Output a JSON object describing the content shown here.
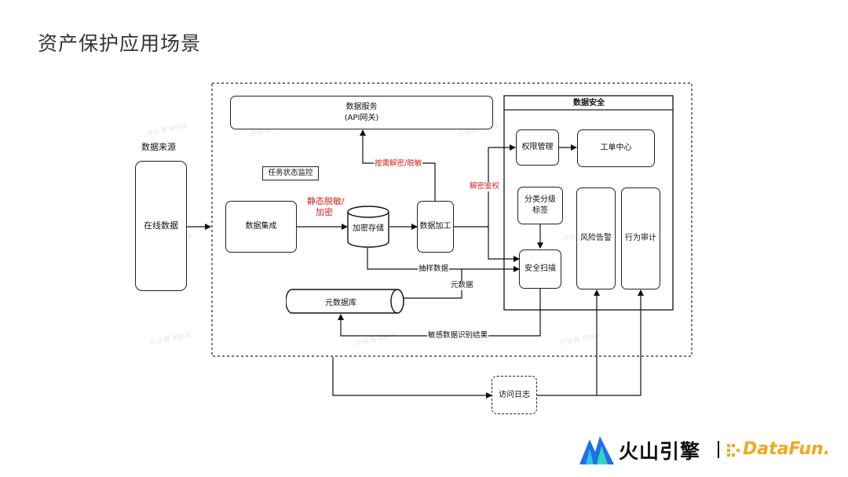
{
  "page": {
    "title": "资产保护应用场景"
  },
  "diagram": {
    "source_label": "数据来源",
    "online_data": "在线数据",
    "data_service": [
      "数据服务",
      "(API网关)"
    ],
    "task_monitor": "任务状态监控",
    "data_integration": "数据集成",
    "static_mask": [
      "静态脱敏/",
      "加密"
    ],
    "encrypted_storage": "加密存储",
    "on_demand_decrypt": "按需解密/脱敏",
    "data_processing": "数据加工",
    "decrypt_auth": "解密鉴权",
    "sampled_data": "抽样数据",
    "metadata_label": "元数据",
    "metadata_db": "元数据库",
    "sensitive_result": "敏感数据识别结果",
    "data_security_title": "数据安全",
    "permission_mgmt": "权限管理",
    "ticket_center": "工单中心",
    "classification": [
      "分类分级",
      "标签"
    ],
    "risk_alert": "风险告警",
    "behavior_audit": "行为审计",
    "security_scan": "安全扫描",
    "access_log": "访问日志",
    "watermark": "许从泰 8864"
  },
  "footer": {
    "brand_cn": "火山引擎",
    "brand_en": "DataFun."
  },
  "colors": {
    "accent_red": "#d42323",
    "volcano_blue": "#1f6fe6",
    "datafun_orange": "#f2a81d"
  }
}
